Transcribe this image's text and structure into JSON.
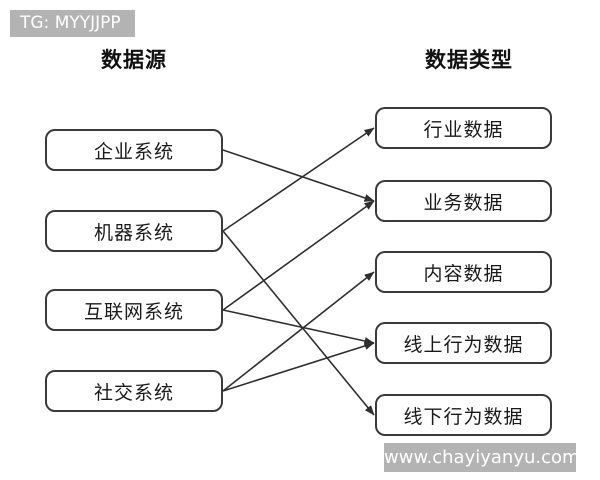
{
  "watermarks": {
    "top_left": "TG: MYYJJPP",
    "bottom_right": "www.chayiyanyu.com"
  },
  "headers": {
    "left": "数据源",
    "right": "数据类型"
  },
  "diagram": {
    "sources": [
      {
        "id": "enterprise",
        "label": "企业系统"
      },
      {
        "id": "machine",
        "label": "机器系统"
      },
      {
        "id": "internet",
        "label": "互联网系统"
      },
      {
        "id": "social",
        "label": "社交系统"
      }
    ],
    "types": [
      {
        "id": "industry",
        "label": "行业数据"
      },
      {
        "id": "business",
        "label": "业务数据"
      },
      {
        "id": "content",
        "label": "内容数据"
      },
      {
        "id": "online-behavior",
        "label": "线上行为数据"
      },
      {
        "id": "offline-behavior",
        "label": "线下行为数据"
      }
    ],
    "edges": [
      {
        "from": "enterprise",
        "to": "business"
      },
      {
        "from": "machine",
        "to": "industry"
      },
      {
        "from": "machine",
        "to": "offline-behavior"
      },
      {
        "from": "internet",
        "to": "business"
      },
      {
        "from": "internet",
        "to": "online-behavior"
      },
      {
        "from": "social",
        "to": "content"
      },
      {
        "from": "social",
        "to": "online-behavior"
      }
    ]
  },
  "colors": {
    "line": "#2f2f2f",
    "box_border": "#3a3a3a",
    "watermark_bg": "#b3b3b3",
    "watermark_text": "#ffffff",
    "text": "#1a1a1a"
  }
}
